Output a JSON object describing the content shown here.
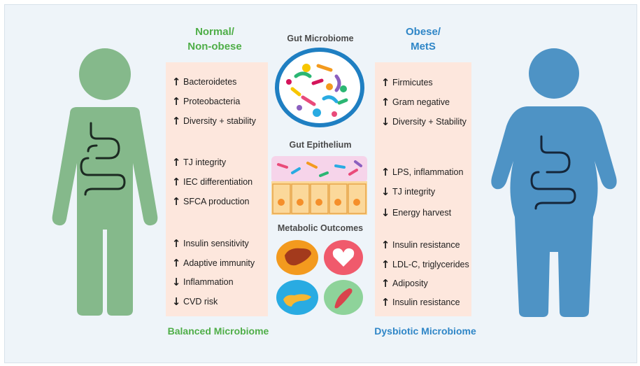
{
  "left": {
    "heading_line1": "Normal/",
    "heading_line2": "Non-obese",
    "footer": "Balanced Microbiome",
    "items": [
      {
        "arrow": "↑",
        "text": "Bacteroidetes"
      },
      {
        "arrow": "↑",
        "text": "Proteobacteria"
      },
      {
        "arrow": "↑",
        "text": "Diversity + stability"
      },
      {
        "arrow": "↑",
        "text": "TJ integrity"
      },
      {
        "arrow": "↑",
        "text": "IEC differentiation"
      },
      {
        "arrow": "↑",
        "text": "SFCA production"
      },
      {
        "arrow": "↑",
        "text": "Insulin sensitivity"
      },
      {
        "arrow": "↑",
        "text": "Adaptive immunity"
      },
      {
        "arrow": "↓",
        "text": "Inflammation"
      },
      {
        "arrow": "↓",
        "text": "CVD risk"
      }
    ]
  },
  "right": {
    "heading_line1": "Obese/",
    "heading_line2": "MetS",
    "footer": "Dysbiotic Microbiome",
    "items": [
      {
        "arrow": "↑",
        "text": "Firmicutes"
      },
      {
        "arrow": "↑",
        "text": "Gram negative"
      },
      {
        "arrow": "↓",
        "text": "Diversity + Stability"
      },
      {
        "arrow": "↑",
        "text": "LPS, inflammation"
      },
      {
        "arrow": "↓",
        "text": "TJ integrity"
      },
      {
        "arrow": "↓",
        "text": "Energy harvest"
      },
      {
        "arrow": "↑",
        "text": "Insulin resistance"
      },
      {
        "arrow": "↑",
        "text": "LDL-C, triglycerides"
      },
      {
        "arrow": "↑",
        "text": "Adiposity"
      },
      {
        "arrow": "↑",
        "text": "Insulin resistance"
      }
    ]
  },
  "center": {
    "microbiome_label": "Gut Microbiome",
    "epithelium_label": "Gut Epithelium",
    "outcomes_label": "Metabolic Outcomes"
  },
  "colors": {
    "green_body": "#85b98b",
    "blue_body": "#4e93c5",
    "green_text": "#4fae48",
    "blue_text": "#2f86c7",
    "box_fill": "#fde7dd"
  },
  "icons": [
    "human-silhouette-icon",
    "stomach-intestine-icon",
    "bacteria-dish-icon",
    "epithelium-cells-icon",
    "liver-icon",
    "heart-icon",
    "pancreas-icon",
    "muscle-icon"
  ]
}
